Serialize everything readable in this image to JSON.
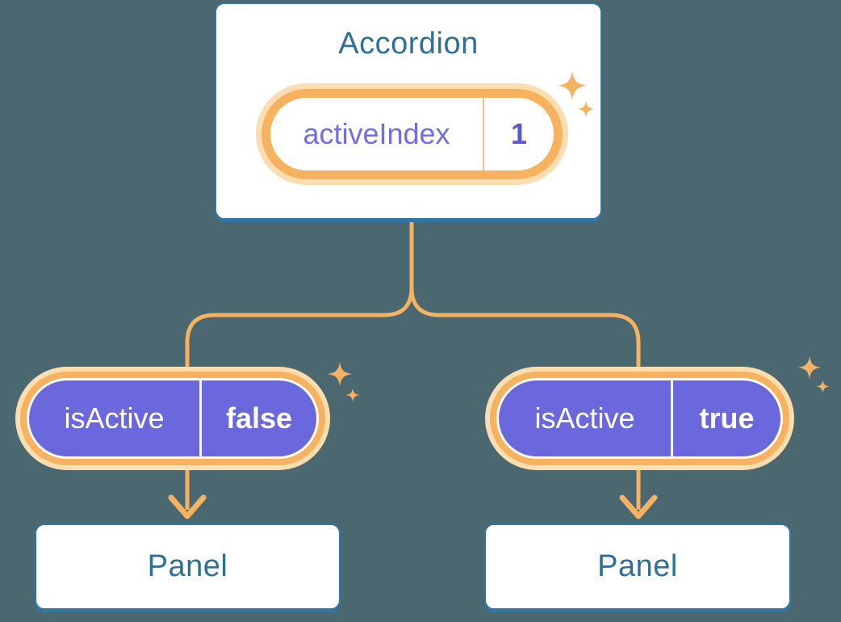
{
  "palette": {
    "bg": "#4B6770",
    "blue": "#3076A4",
    "heading": "#2F7096",
    "orange": "#F4B262",
    "ring": "#F6B25E",
    "halo": "#FADEB2",
    "divider": "#F6BE78",
    "purple": "#6B68DE",
    "purple-label": "#716EE2",
    "purple-value": "#5B57D8",
    "white": "#FFFFFF"
  },
  "icons": {
    "sparkle": "✦"
  },
  "diagram": {
    "root": {
      "title": "Accordion",
      "state": {
        "label": "activeIndex",
        "value": "1"
      }
    },
    "children": [
      {
        "prop": {
          "label": "isActive",
          "value": "false"
        },
        "panel": {
          "title": "Panel"
        }
      },
      {
        "prop": {
          "label": "isActive",
          "value": "true"
        },
        "panel": {
          "title": "Panel"
        }
      }
    ]
  }
}
